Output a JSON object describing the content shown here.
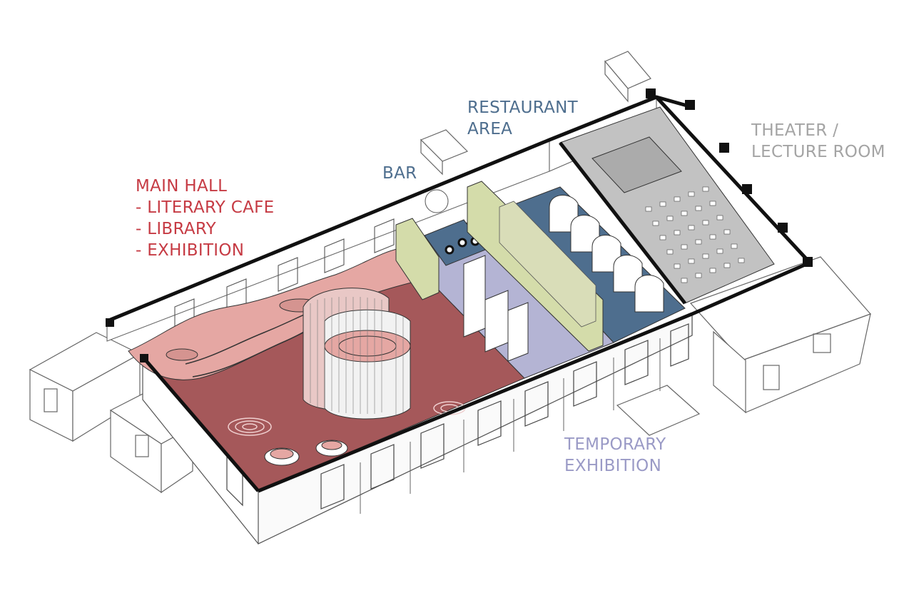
{
  "labels": {
    "main_hall": {
      "lines": [
        "MAIN HALL",
        "- LITERARY CAFE",
        "- LIBRARY",
        "- EXHIBITION"
      ]
    },
    "bar": {
      "lines": [
        "BAR"
      ]
    },
    "restaurant": {
      "lines": [
        "RESTAURANT",
        "AREA"
      ]
    },
    "theater": {
      "lines": [
        "THEATER /",
        "LECTURE ROOM"
      ]
    },
    "temporary_exhibition": {
      "lines": [
        "TEMPORARY",
        "EXHIBITION"
      ]
    }
  },
  "colors": {
    "main_hall_floor": "#a5585a",
    "main_hall_platform": "#e5a7a3",
    "main_hall_label": "#c63b44",
    "bar_counter": "#d4dcaa",
    "restaurant_floor": "#4e6e8e",
    "restaurant_label": "#4e6e8e",
    "temporary_exhibition_floor": "#b4b4d4",
    "temporary_exhibition_label": "#9a9ac6",
    "theater_floor": "#c2c2c2",
    "theater_label": "#a4a4a4",
    "wall_line": "#111111",
    "building_line": "#555555"
  }
}
